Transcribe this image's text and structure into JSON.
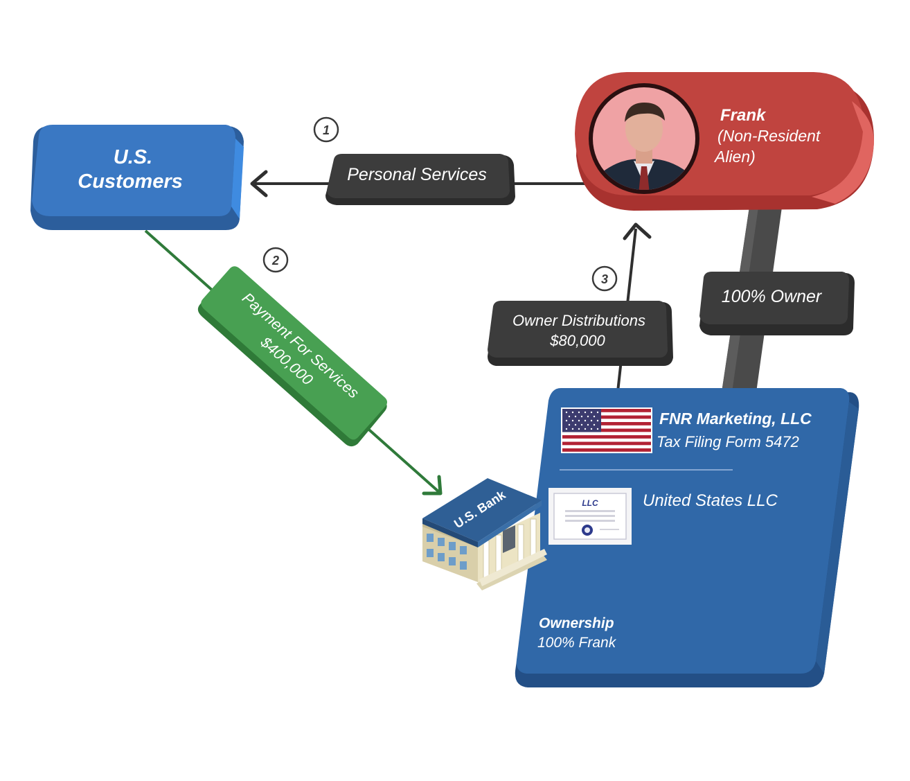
{
  "customers": {
    "line1": "U.S.",
    "line2": "Customers"
  },
  "frank": {
    "name": "Frank",
    "line2": "(Non-Resident",
    "line3": "Alien)"
  },
  "step1": {
    "number": "1",
    "label": "Personal Services"
  },
  "step2": {
    "number": "2",
    "line1": "Payment For Services",
    "line2": "$400,000"
  },
  "step3": {
    "number": "3",
    "line1": "Owner Distributions",
    "line2": "$80,000"
  },
  "ownership_link": {
    "label": "100% Owner"
  },
  "bank": {
    "label": "U.S. Bank"
  },
  "llc": {
    "name": "FNR Marketing, LLC",
    "form": "Tax Filing Form 5472",
    "type": "United States LLC",
    "certificate_label": "LLC",
    "ownership_title": "Ownership",
    "ownership_value": "100% Frank"
  },
  "colors": {
    "customers_blue": "#3571b8",
    "frank_red": "#c0433f",
    "payment_green": "#3f8f47",
    "label_dark": "#3c3c3c",
    "llc_blue": "#2f67a6"
  },
  "icons": [
    "person-photo",
    "us-flag-icon",
    "llc-certificate-icon",
    "bank-building-icon"
  ]
}
